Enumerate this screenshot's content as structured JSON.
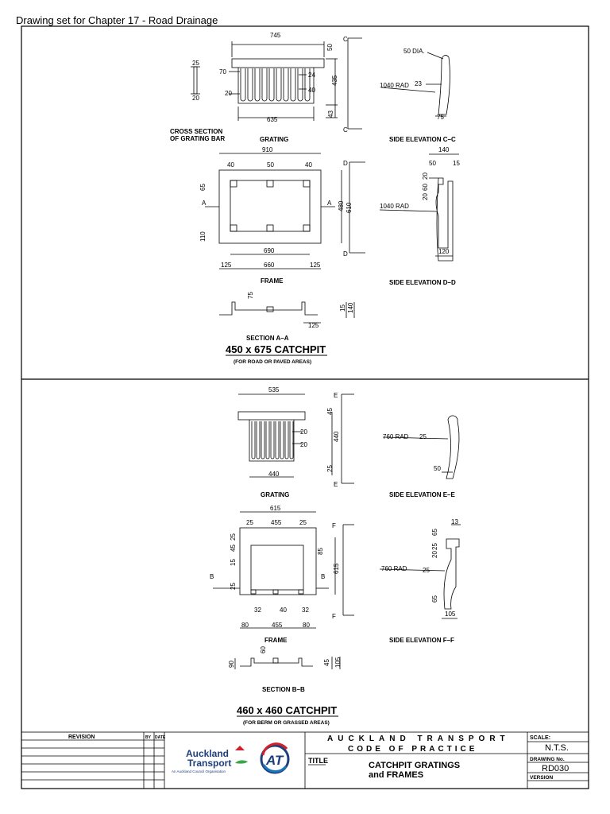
{
  "header": {
    "title": "Drawing set for Chapter 17 - Road Drainage"
  },
  "top": {
    "grating": {
      "label": "GRATING",
      "d745": "745",
      "d50": "50",
      "d435": "435",
      "d24": "24",
      "d40": "40",
      "d43": "43",
      "d70": "70",
      "d20": "20",
      "d635": "635",
      "cut": "C"
    },
    "bar": {
      "label1": "CROSS SECTION",
      "label2": "OF GRATING BAR",
      "d25": "25",
      "d20": "20"
    },
    "sideC": {
      "label": "SIDE ELEVATION C–C",
      "dia": "50 DIA.",
      "rad": "1040 RAD",
      "d23": "23",
      "d75": "75"
    },
    "frame": {
      "label": "FRAME",
      "d910": "910",
      "d40a": "40",
      "d50": "50",
      "d40b": "40",
      "d65": "65",
      "d110": "110",
      "d690": "690",
      "d125a": "125",
      "d660": "660",
      "d125b": "125",
      "d480": "480",
      "d610": "610",
      "cutA": "A",
      "cutD": "D"
    },
    "sideD": {
      "label": "SIDE ELEVATION D–D",
      "d140": "140",
      "d50": "50",
      "d15": "15",
      "d20": "20",
      "d60": "60",
      "d20b": "20",
      "rad": "1040 RAD",
      "d120": "120"
    },
    "sectionA": {
      "label": "SECTION A–A",
      "d75": "75",
      "d15": "15",
      "d140": "140",
      "d125": "125"
    },
    "title": "450 x 675 CATCHPIT",
    "subtitle": "(FOR ROAD OR PAVED AREAS)"
  },
  "bottom": {
    "grating": {
      "label": "GRATING",
      "d535": "535",
      "d45": "45",
      "d20a": "20",
      "d20b": "20",
      "d440": "440",
      "d25": "25",
      "d440b": "440",
      "cut": "E"
    },
    "sideE": {
      "label": "SIDE ELEVATION E–E",
      "rad": "760 RAD",
      "d25": "25",
      "d50": "50"
    },
    "frame": {
      "label": "FRAME",
      "d615": "615",
      "d25a": "25",
      "d455": "455",
      "d25b": "25",
      "d15": "15",
      "d45": "45",
      "d25c": "25",
      "d85": "85",
      "d615v": "615",
      "d25d": "25",
      "d32a": "32",
      "d40": "40",
      "d32b": "32",
      "d80a": "80",
      "d455b": "455",
      "d80b": "80",
      "cutB": "B",
      "cutF": "F"
    },
    "sideF": {
      "label": "SIDE ELEVATION F–F",
      "d13": "13",
      "d65": "65",
      "d25": "25",
      "d20": "20",
      "rad": "760 RAD",
      "d25b": "25",
      "d65b": "65",
      "d105": "105"
    },
    "sectionB": {
      "label": "SECTION B–B",
      "d90": "90",
      "d60": "60",
      "d45": "45",
      "d105": "105"
    },
    "title": "460 x 460 CATCHPIT",
    "subtitle": "(FOR BERM OR GRASSED AREAS)"
  },
  "titleblock": {
    "revision": "REVISION",
    "by": "BY",
    "date": "DATE",
    "org1": "AUCKLAND TRANSPORT",
    "org2": "CODE OF PRACTICE",
    "titleLabel": "TITLE",
    "title1": "CATCHPIT GRATINGS",
    "title2": "and FRAMES",
    "scaleLabel": "SCALE:",
    "scale": "N.T.S.",
    "drawingLabel": "DRAWING No.",
    "drawing": "RD030",
    "versionLabel": "VERSION",
    "logoMain1": "Auckland",
    "logoMain2": "Transport",
    "logoSub": "An Auckland Council Organisation",
    "logoMark": "AT",
    "colors": {
      "navy": "#1d3f7a",
      "red": "#d4202a",
      "green": "#3aa648",
      "blue": "#1b75bc"
    }
  }
}
